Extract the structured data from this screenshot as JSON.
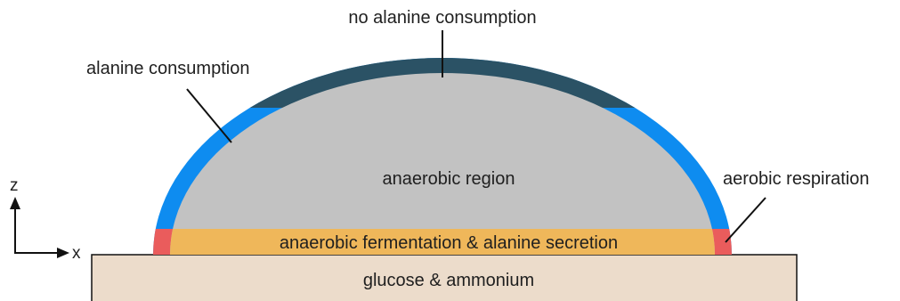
{
  "labels": {
    "no_alanine": "no alanine consumption",
    "alanine": "alanine consumption",
    "anaerobic_region": "anaerobic region",
    "aerobic": "aerobic respiration",
    "fermentation": "anaerobic fermentation & alanine secretion",
    "substrate": "glucose & ammonium"
  },
  "axes": {
    "z": "z",
    "x": "x"
  },
  "colors": {
    "top_cap": "#2b5265",
    "consumption_shell": "#0e8cf0",
    "anaerobic_core": "#c2c2c2",
    "fermentation_band": "#efb75a",
    "aerobic_edge": "#ea5c5c",
    "substrate": "#ecdccb",
    "outline": "#111111"
  }
}
